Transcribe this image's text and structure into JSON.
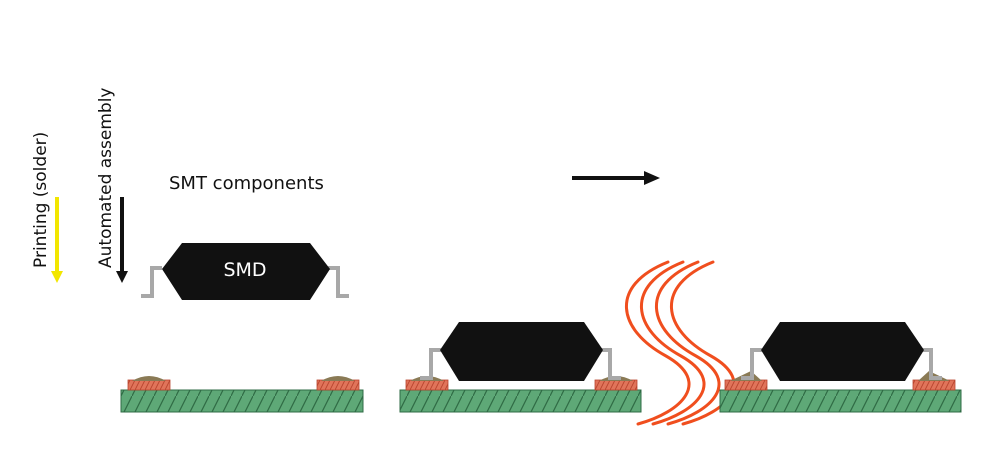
{
  "labels": {
    "printing": "Printing (solder)",
    "assembly": "Automated assembly",
    "components": "SMT components",
    "smd": "SMD"
  },
  "icons": {
    "printing_arrow": "down-arrow-icon",
    "assembly_arrow": "down-arrow-icon",
    "process_arrow": "right-arrow-icon",
    "heat": "heat-waves-icon"
  },
  "colors": {
    "board": "#5ea877",
    "board_hatch": "#2f6b45",
    "pad": "#e0745a",
    "pad_hatch": "#b8442e",
    "solder": "#8a7a55",
    "component": "#111111",
    "lead": "#a8a8a8",
    "heat": "#f04e1e",
    "printing_arrow": "#f2e600",
    "arrow": "#111111"
  }
}
